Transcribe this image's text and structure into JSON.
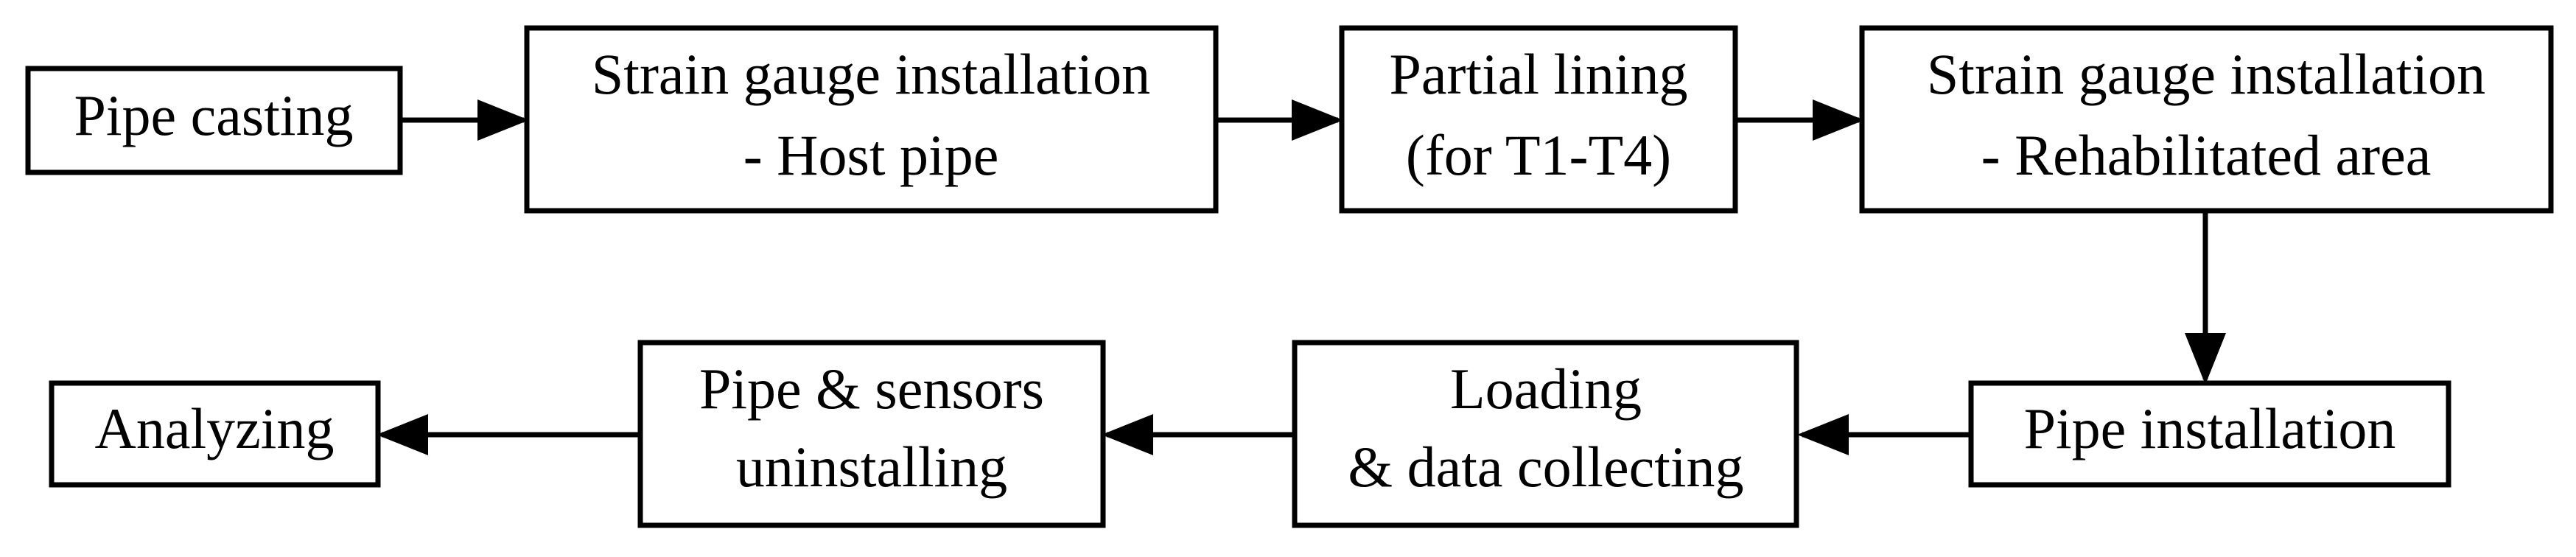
{
  "diagram": {
    "steps": {
      "pipe_casting": [
        "Pipe casting"
      ],
      "strain_gauge_host": [
        "Strain gauge installation",
        "- Host pipe"
      ],
      "partial_lining": [
        "Partial lining",
        "(for T1-T4)"
      ],
      "strain_gauge_rehab": [
        "Strain gauge installation",
        "- Rehabilitated area"
      ],
      "pipe_installation": [
        "Pipe installation"
      ],
      "loading": [
        "Loading",
        "& data collecting"
      ],
      "uninstalling": [
        "Pipe & sensors",
        "uninstalling"
      ],
      "analyzing": [
        "Analyzing"
      ]
    },
    "colors": {
      "stroke": "#000000",
      "fill": "#ffffff"
    }
  }
}
